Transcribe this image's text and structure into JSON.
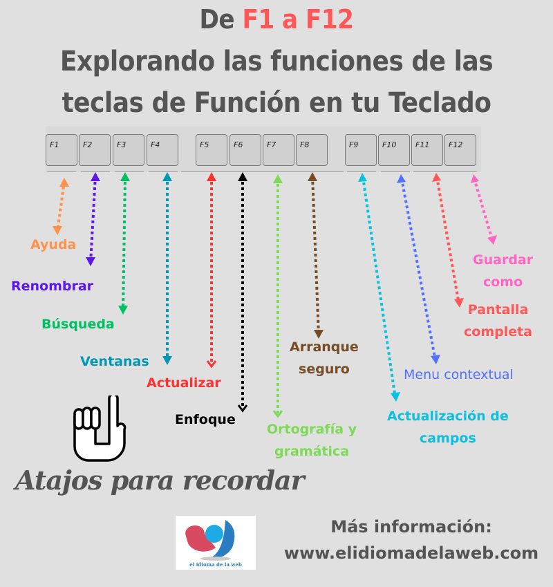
{
  "title": {
    "line1_prefix": "De ",
    "line1_accent": "F1 a F12",
    "line2": "Explorando las funciones  de las",
    "line3": "teclas de Función en tu Teclado",
    "accent_color": "#ff5757"
  },
  "keyboard": {
    "keys": [
      {
        "label": "F1"
      },
      {
        "label": "F2"
      },
      {
        "label": "F3"
      },
      {
        "label": "F4"
      },
      {
        "label": "F5"
      },
      {
        "label": "F6"
      },
      {
        "label": "F7"
      },
      {
        "label": "F8"
      },
      {
        "label": "F9"
      },
      {
        "label": "F10"
      },
      {
        "label": "F11"
      },
      {
        "label": "F12"
      }
    ]
  },
  "functions": [
    {
      "key": "F1",
      "label": "Ayuda",
      "color": "#ff914d"
    },
    {
      "key": "F2",
      "label": "Renombrar",
      "color": "#5e17eb"
    },
    {
      "key": "F3",
      "label": "Búsqueda",
      "color": "#00bf63"
    },
    {
      "key": "F4",
      "label": "Ventanas",
      "color": "#0097b2"
    },
    {
      "key": "F5",
      "label": "Actualizar",
      "color": "#ff3131"
    },
    {
      "key": "F6",
      "label": "Enfoque",
      "color": "#000000"
    },
    {
      "key": "F7",
      "label_line1": "Ortografía y",
      "label_line2": "gramática",
      "color": "#7ed957"
    },
    {
      "key": "F8",
      "label_line1": "Arranque",
      "label_line2": "seguro",
      "color": "#754c24"
    },
    {
      "key": "F9",
      "label_line1": "Actualización de",
      "label_line2": "campos",
      "color": "#0cc0df"
    },
    {
      "key": "F10",
      "label": "Menu contextual",
      "color": "#5271ff"
    },
    {
      "key": "F11",
      "label_line1": "Pantalla",
      "label_line2": "completa",
      "color": "#ff5757"
    },
    {
      "key": "F12",
      "label_line1": "Guardar",
      "label_line2": "como",
      "color": "#ff66c4"
    }
  ],
  "tagline": "Atajos para recordar",
  "hand_icon": "pointing-hand-icon",
  "logo": {
    "caption": "el idioma de la web"
  },
  "footer": {
    "line1": "Más información:",
    "line2": "www.elidiomadelaweb.com"
  }
}
